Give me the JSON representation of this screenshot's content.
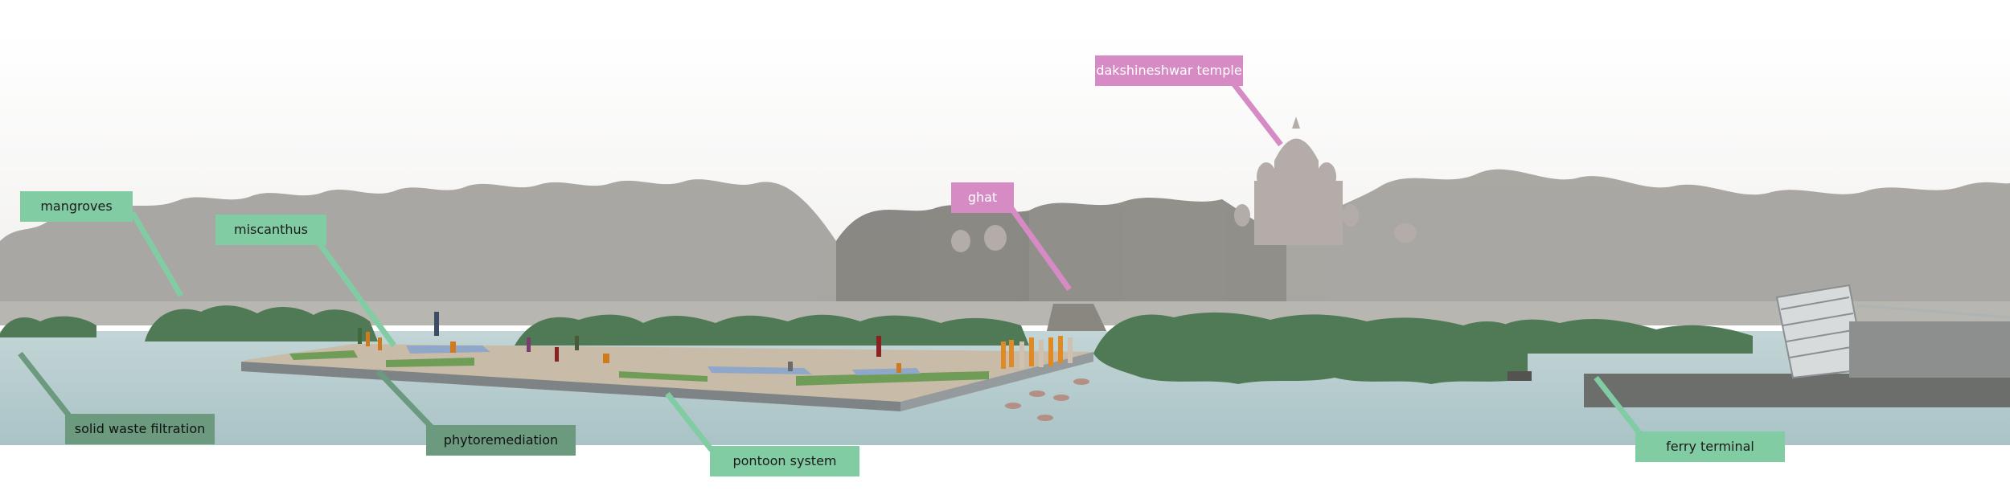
{
  "labels": {
    "mangroves": "mangroves",
    "miscanthus": "miscanthus",
    "solid_waste_filtration": "solid waste filtration",
    "phytoremediation": "phytoremediation",
    "pontoon_system": "pontoon system",
    "ghat": "ghat",
    "dakshineshwar_temple": "dakshineshwar temple",
    "ferry_terminal": "ferry terminal"
  },
  "colors": {
    "label_light_green": "#82cca4",
    "label_dark_green": "#6b9a7e",
    "label_pink": "#d68bc4",
    "water": "#b9cfd1",
    "trees": "#9a9a95",
    "foliage": "#4f7a55"
  }
}
